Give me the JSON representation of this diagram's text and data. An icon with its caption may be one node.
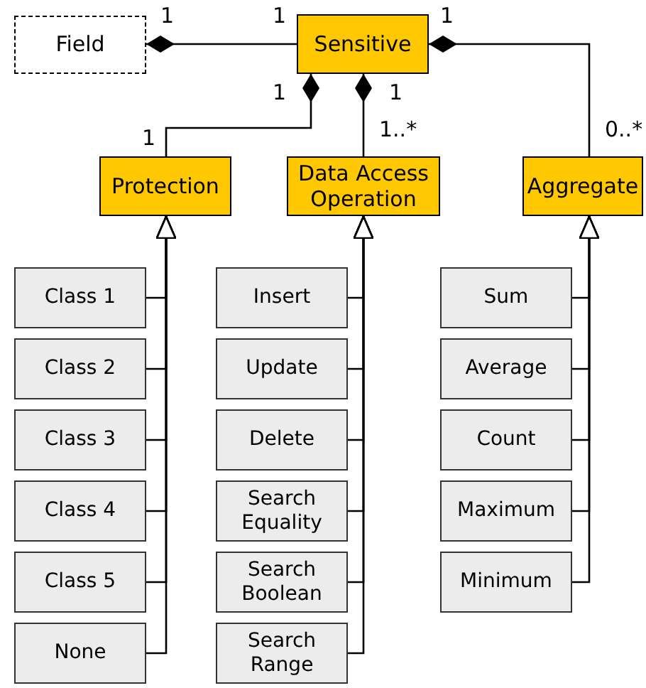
{
  "diagram": {
    "nodes": [
      {
        "text": [
          "Field"
        ]
      },
      {
        "text": [
          "Sensitive"
        ]
      },
      {
        "text": [
          "Protection"
        ]
      },
      {
        "text": [
          "Data Access Operation"
        ]
      },
      {
        "text": [
          "Aggregate"
        ]
      },
      {
        "text": [
          "Class 1"
        ]
      },
      {
        "text": [
          "Class 2"
        ]
      },
      {
        "text": [
          "Class 3"
        ]
      },
      {
        "text": [
          "Class 4"
        ]
      },
      {
        "text": [
          "Class 5"
        ]
      },
      {
        "text": [
          "None"
        ]
      },
      {
        "text": [
          "Insert"
        ]
      },
      {
        "text": [
          "Update"
        ]
      },
      {
        "text": [
          "Delete"
        ]
      },
      {
        "text": [
          "Search Equality"
        ]
      },
      {
        "text": [
          "Search Boolean"
        ]
      },
      {
        "text": [
          "Search Range"
        ]
      },
      {
        "text": [
          "Sum"
        ]
      },
      {
        "text": [
          "Average"
        ]
      },
      {
        "text": [
          "Count"
        ]
      },
      {
        "text": [
          "Maximum"
        ]
      },
      {
        "text": [
          "Minimum"
        ]
      }
    ],
    "edges": [
      {
        "from": 1,
        "to": 0,
        "arrow": "other"
      },
      {
        "from": 2,
        "to": 1,
        "arrow": "other"
      },
      {
        "from": 3,
        "to": 1,
        "arrow": "other"
      },
      {
        "from": 4,
        "to": 1,
        "arrow": "other"
      },
      {
        "from": 5,
        "to": 2,
        "arrow": "to"
      },
      {
        "from": 6,
        "to": 2,
        "arrow": "to"
      },
      {
        "from": 7,
        "to": 2,
        "arrow": "to"
      },
      {
        "from": 8,
        "to": 2,
        "arrow": "to"
      },
      {
        "from": 9,
        "to": 2,
        "arrow": "to"
      },
      {
        "from": 10,
        "to": 2,
        "arrow": "to"
      },
      {
        "from": 11,
        "to": 3,
        "arrow": "to"
      },
      {
        "from": 12,
        "to": 3,
        "arrow": "to"
      },
      {
        "from": 13,
        "to": 3,
        "arrow": "to"
      },
      {
        "from": 14,
        "to": 3,
        "arrow": "to"
      },
      {
        "from": 15,
        "to": 3,
        "arrow": "to"
      },
      {
        "from": 16,
        "to": 3,
        "arrow": "to"
      },
      {
        "from": 17,
        "to": 4,
        "arrow": "to"
      },
      {
        "from": 18,
        "to": 4,
        "arrow": "to"
      },
      {
        "from": 19,
        "to": 4,
        "arrow": "to"
      },
      {
        "from": 20,
        "to": 4,
        "arrow": "to"
      },
      {
        "from": 21,
        "to": 4,
        "arrow": "to"
      }
    ],
    "labels": [
      "1",
      "1",
      "1",
      "1",
      "1",
      "1",
      "1..*",
      "0..*"
    ]
  }
}
